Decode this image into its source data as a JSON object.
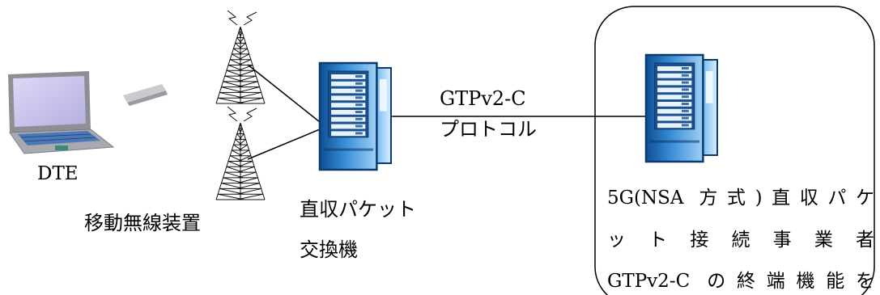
{
  "labels": {
    "dte": "DTE",
    "radio_device": "移動無線装置",
    "exchange_line1": "直収パケット",
    "exchange_line2": "交換機",
    "protocol_line1": "GTPv2-C",
    "protocol_line2": "プロトコル"
  },
  "operator_box": {
    "lines": [
      "5G(NSA 方式)直収パケ",
      "ッ ト 接 続 事 業 者",
      "GTPv2-C の終端機能を"
    ]
  },
  "colors": {
    "server_blue": "#3a8fd8",
    "server_dark": "#0a3a6e",
    "laptop_screen": "#c8c4ec",
    "laptop_body": "#a8aab0",
    "keyboard": "#4a78b8",
    "line": "#000000"
  },
  "icons": [
    "laptop-icon",
    "modem-icon",
    "antenna-tower-icon",
    "server-icon"
  ]
}
